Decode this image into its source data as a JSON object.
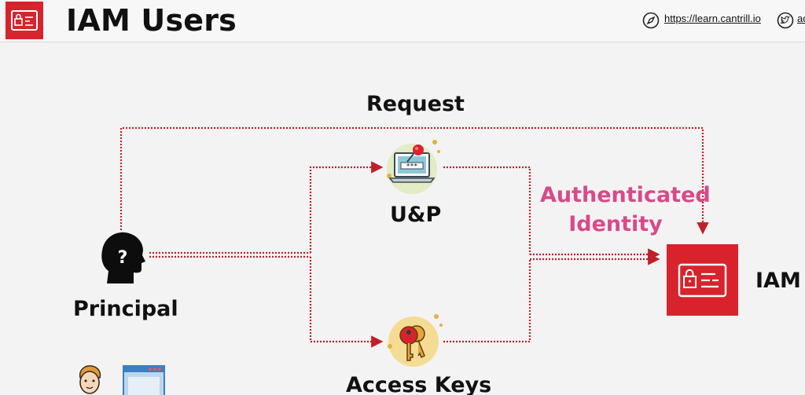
{
  "header": {
    "title": "IAM Users",
    "link_text": "https://learn.cantrill.io",
    "twitter_text": "ac",
    "icons": [
      "iam-logo-icon",
      "compass-icon",
      "twitter-icon"
    ]
  },
  "diagram": {
    "request_label": "Request",
    "up_label": "U&P",
    "authenticated_label_line1": "Authenticated",
    "authenticated_label_line2": "Identity",
    "principal_label": "Principal",
    "access_keys_label": "Access Keys",
    "iam_label": "IAM",
    "icons": [
      "principal-head-icon",
      "laptop-password-icon",
      "access-keys-icon",
      "iam-service-icon",
      "person-face-icon",
      "browser-window-icon"
    ],
    "colors": {
      "arrow": "#c0202a",
      "auth_text": "#d9498a",
      "iam_red": "#d9232c"
    }
  }
}
